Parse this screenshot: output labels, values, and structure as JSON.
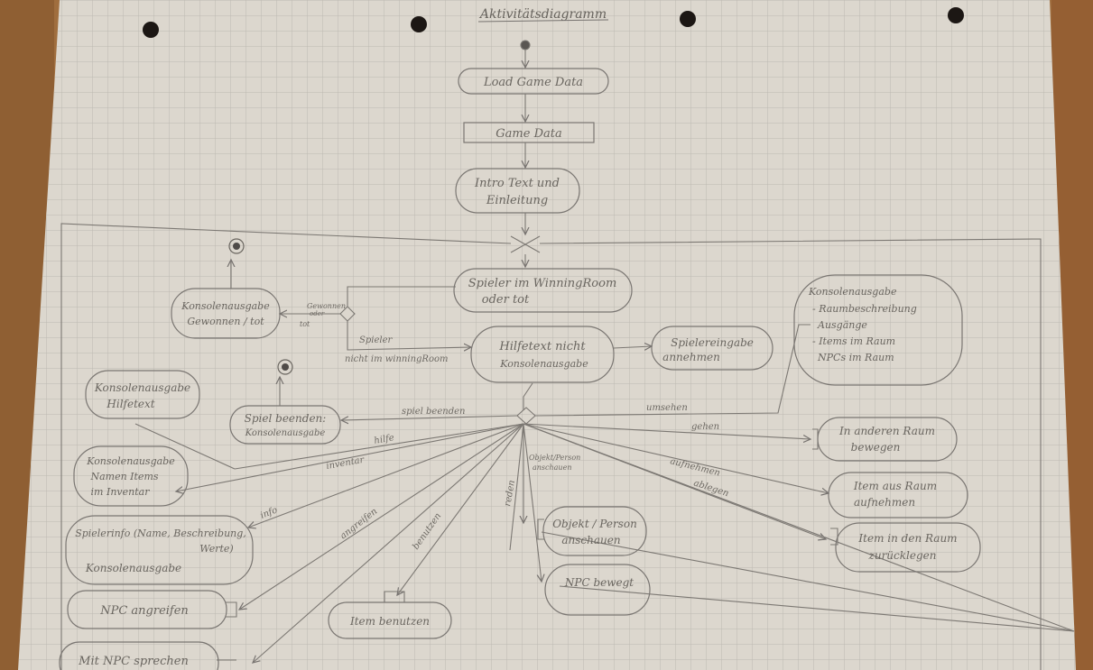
{
  "title": "Aktivitätsdiagramm",
  "colors": {
    "wood": "#9a6a3c",
    "paper": "#dcd7ce",
    "grid": "#b9b5ad",
    "ink": "#6a6660",
    "hole": "#1c1714"
  },
  "nodes": {
    "load": "Load Game Data",
    "gamedata": "Game Data",
    "intro_1": "Intro Text und",
    "intro_2": "Einleitung",
    "winning_1": "Spieler im WinningRoom",
    "winning_2": "oder tot",
    "won_1": "Konsolenausgabe",
    "won_2": "Gewonnen / tot",
    "help_1": "Hilfetext nicht",
    "help_2": "Konsolenausgabe",
    "input_1": "Spielereingabe",
    "input_2": "annehmen",
    "room_1": "Konsolenausgabe",
    "room_2": "- Raumbeschreibung",
    "room_3": "Ausgänge",
    "room_4": "- Items im Raum",
    "room_5": "NPCs im Raum",
    "helptext_1": "Konsolenausgabe",
    "helptext_2": "Hilfetext",
    "end_1": "Spiel beenden:",
    "end_2": "Konsolenausgabe",
    "items_1": "Konsolenausgabe",
    "items_2": "Namen Items",
    "items_3": "im Inventar",
    "info_1": "Spielerinfo (Name, Beschreibung,",
    "info_2": "Werte)",
    "info_3": "Konsolenausgabe",
    "attack": "NPC angreifen",
    "talk": "Mit NPC sprechen",
    "use": "Item benutzen",
    "look_1": "Objekt / Person",
    "look_2": "anschauen",
    "npc_1": "NPC bewegt",
    "move_1": "In anderen Raum",
    "move_2": "bewegen",
    "pickup_1": "Item aus Raum",
    "pickup_2": "aufnehmen",
    "drop_1": "Item in den Raum",
    "drop_2": "zurücklegen"
  },
  "edges": {
    "won_a": "Gewonnen",
    "won_b": "tot",
    "won_c": "oder",
    "notwin_1": "Spieler",
    "notwin_2": "nicht im winningRoom",
    "quit": "spiel beenden",
    "umsehen": "umsehen",
    "hilfe": "hilfe",
    "gehen": "gehen",
    "inventar": "inventar",
    "aufnehmen": "aufnehmen",
    "ablegen": "ablegen",
    "info": "info",
    "angreifen": "angreifen",
    "benutzen": "benutzen",
    "look": "Objekt/Person",
    "look_b": "anschauen",
    "reden": "reden"
  }
}
